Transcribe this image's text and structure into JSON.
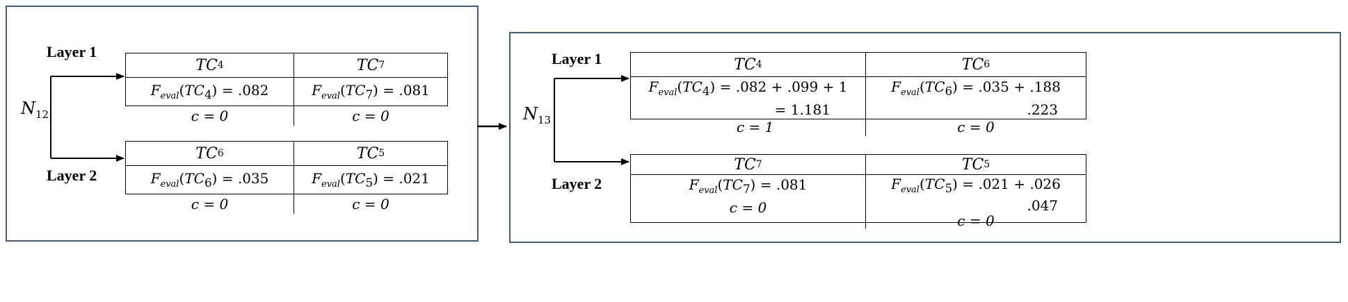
{
  "left": {
    "node": {
      "base": "N",
      "sub": "12"
    },
    "layers": [
      {
        "label": "Layer 1",
        "cells": [
          {
            "tc_sub": "4",
            "f_rest": " = .082",
            "c": "c = 0"
          },
          {
            "tc_sub": "7",
            "f_rest": " = .081",
            "c": "c = 0"
          }
        ]
      },
      {
        "label": "Layer 2",
        "cells": [
          {
            "tc_sub": "6",
            "f_rest": " =  .035",
            "c": "c = 0"
          },
          {
            "tc_sub": "5",
            "f_rest": " = .021",
            "c": "c = 0"
          }
        ]
      }
    ]
  },
  "right": {
    "node": {
      "base": "N",
      "sub": "13"
    },
    "layers": [
      {
        "label": "Layer 1",
        "cells": [
          {
            "tc_sub": "4",
            "f_rest": " = .082 + .099 + 1",
            "cont": "= 1.181",
            "c": "c = 1"
          },
          {
            "tc_sub": "6",
            "f_rest": " = .035 + .188",
            "cont": ".223",
            "c": "c = 0"
          }
        ]
      },
      {
        "label": "Layer 2",
        "cells": [
          {
            "tc_sub": "7",
            "f_rest": " =  .081",
            "c": "c = 0"
          },
          {
            "tc_sub": "5",
            "f_rest": " = .021 + .026",
            "cont": ".047",
            "c": "c = 0"
          }
        ]
      }
    ]
  },
  "symbols": {
    "tc": "TC",
    "f": "F",
    "f_sub": "eval"
  }
}
